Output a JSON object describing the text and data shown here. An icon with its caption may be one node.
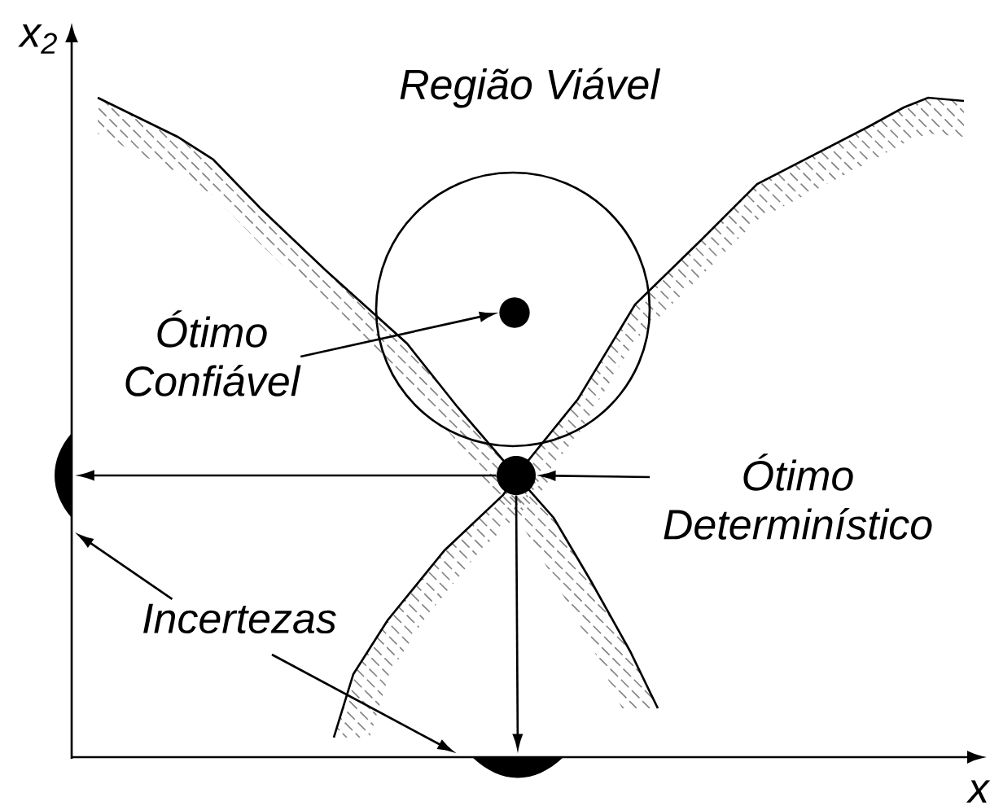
{
  "diagram": {
    "nodes": [
      {
        "text": [
          "Ótimo Confiável"
        ]
      },
      {
        "text": [],
        "shape": "circle"
      },
      {
        "text": [],
        "shape": "circle",
        "in": 1
      },
      {
        "text": [],
        "shape": "circle"
      },
      {
        "text": [
          "Ótimo Determinístico"
        ]
      },
      {
        "text": [
          "Incertezas"
        ]
      },
      {
        "text": [],
        "shape": "crescent"
      },
      {
        "text": [],
        "shape": "crescent"
      }
    ],
    "edges": [
      {
        "from": 0,
        "to": 2,
        "arrow": "to"
      },
      {
        "from": 4,
        "to": 3,
        "arrow": "to"
      },
      {
        "from": 3,
        "to": 6,
        "arrow": "to"
      },
      {
        "from": 3,
        "to": 7,
        "arrow": "to"
      },
      {
        "from": 5,
        "to": 6,
        "arrow": "to"
      },
      {
        "from": 5,
        "to": 7,
        "arrow": "to"
      }
    ],
    "labels": [
      "x$_{2}$",
      "Região Viável",
      "x"
    ]
  }
}
